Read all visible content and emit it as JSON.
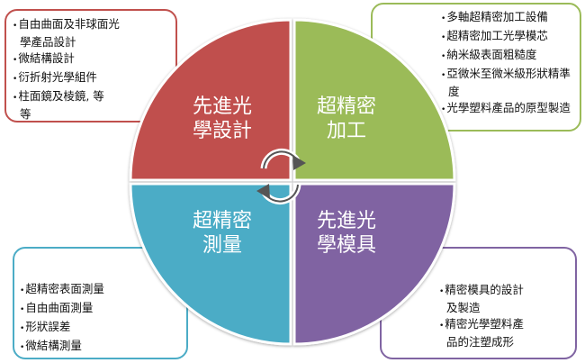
{
  "quadrants": [
    {
      "label_line1": "先進光",
      "label_line2": "學設計",
      "color": "#c0504d",
      "items": [
        "自由曲面及非球面光學產品設計",
        "微結構設計",
        "衍折射光學組件",
        "柱面鏡及棱鏡, 等等"
      ]
    },
    {
      "label_line1": "超精密",
      "label_line2": "加工",
      "color": "#9bbb59",
      "items": [
        "多軸超精密加工設備",
        "超精密加工光學模芯",
        "納米級表面粗糙度",
        "亞微米至微米級形狀精準度",
        "光學塑料產品的原型製造"
      ]
    },
    {
      "label_line1": "超精密",
      "label_line2": "測量",
      "color": "#4bacc6",
      "items": [
        "超精密表面測量",
        "自由曲面測量",
        "形狀誤差",
        "微結構測量"
      ]
    },
    {
      "label_line1": "先進光",
      "label_line2": "學模具",
      "color": "#8064a2",
      "items": [
        "精密模具的設計及製造",
        "精密光學塑料產品的注塑成形"
      ]
    }
  ]
}
